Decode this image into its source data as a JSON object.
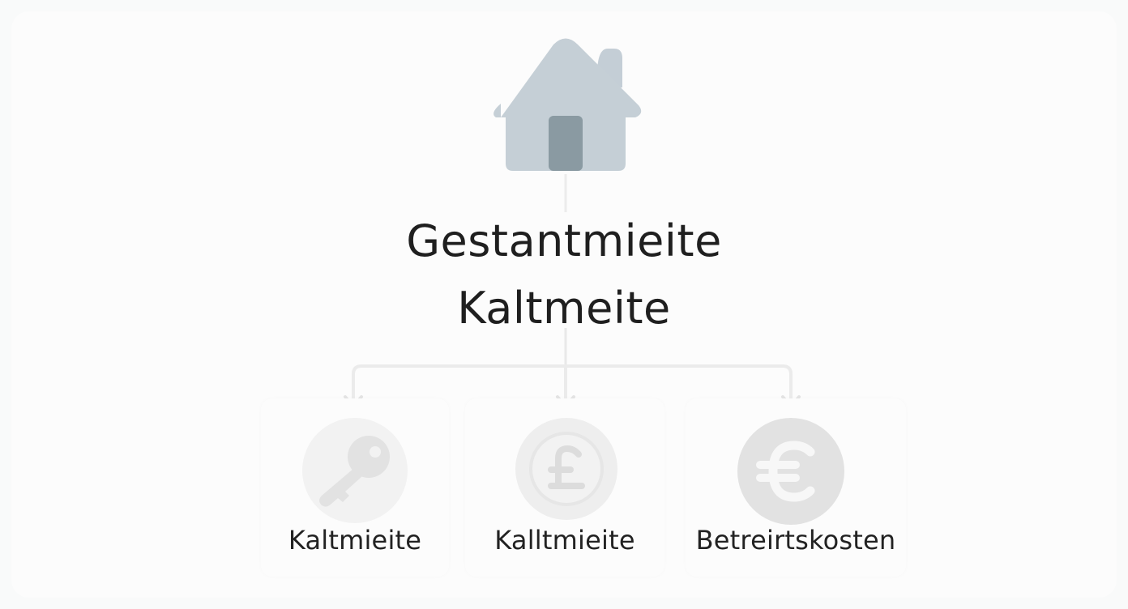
{
  "heading": {
    "line1": "Gestantmieite",
    "line2": "Kaltmeite"
  },
  "items": [
    {
      "label": "Kaltmieite",
      "icon": "key-icon"
    },
    {
      "label": "Kalltmieite",
      "icon": "pound-icon"
    },
    {
      "label": "Betreirtskosten",
      "icon": "euro-icon"
    }
  ],
  "icons": {
    "top": "house-icon"
  },
  "colors": {
    "house": "#c5cfd6",
    "door": "#8a9aa2",
    "connector": "#e6e6e6",
    "text": "#1f1f1f"
  }
}
